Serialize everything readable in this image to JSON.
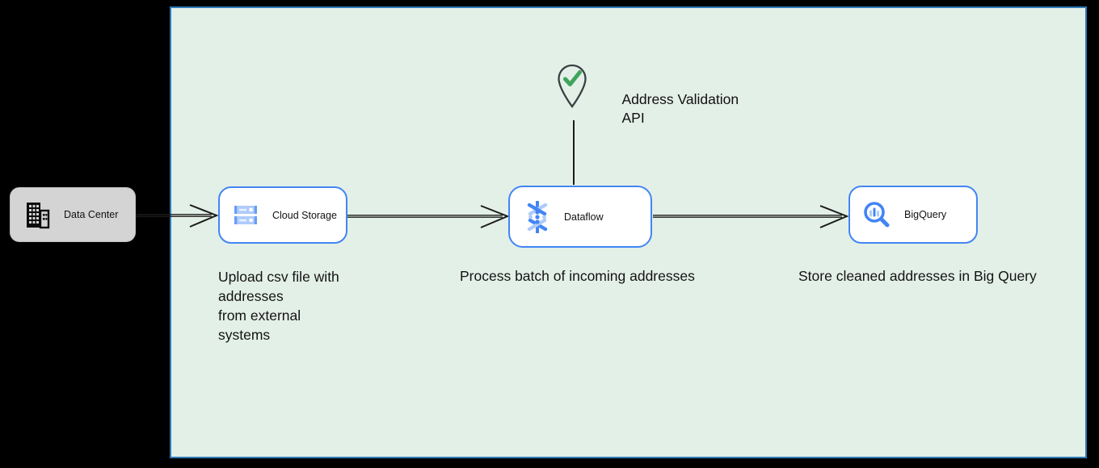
{
  "diagram": {
    "frame": {
      "fill": "#e3f0e8",
      "border": "#2e7ab8"
    },
    "data_center": {
      "label": "Data Center",
      "fill": "#d4d4d4"
    },
    "nodes": {
      "cloud_storage": {
        "label": "Cloud Storage"
      },
      "dataflow": {
        "label": "Dataflow"
      },
      "bigquery": {
        "label": "BigQuery"
      }
    },
    "api_marker": {
      "lines": [
        "Address Validation",
        "API"
      ]
    },
    "captions": {
      "cloud_storage_lines": [
        "Upload csv file with",
        "addresses",
        "from external",
        "systems"
      ],
      "dataflow": "Process batch of incoming addresses",
      "bigquery": "Store cleaned addresses in Big Query"
    },
    "colors": {
      "canvas_background": "#000000",
      "node_border": "#4285f4",
      "icon_blue": "#4285f4",
      "icon_light_blue": "#aecbfa",
      "check_green": "#3fa45b",
      "pin_outline": "#3a4043",
      "connector": "#1b1b1b"
    }
  }
}
